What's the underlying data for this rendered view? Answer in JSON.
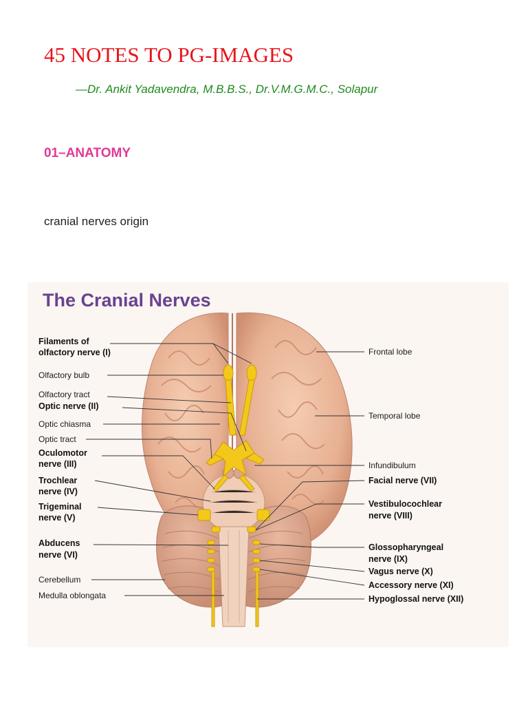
{
  "document": {
    "title": "45 NOTES TO PG-IMAGES",
    "author": "—Dr. Ankit Yadavendra, M.B.B.S., Dr.V.M.G.M.C., Solapur",
    "section": "01–ANATOMY",
    "caption": "cranial nerves origin"
  },
  "figure": {
    "title": "The Cranial Nerves",
    "left_labels": {
      "filaments_1": "Filaments of",
      "filaments_2": "olfactory nerve (I)",
      "olfactory_bulb": "Olfactory bulb",
      "olfactory_tract": "Olfactory tract",
      "optic_nerve": "Optic nerve (II)",
      "optic_chiasma": "Optic chiasma",
      "optic_tract": "Optic tract",
      "oculomotor_1": "Oculomotor",
      "oculomotor_2": "nerve (III)",
      "trochlear_1": "Trochlear",
      "trochlear_2": "nerve (IV)",
      "trigeminal_1": "Trigeminal",
      "trigeminal_2": "nerve (V)",
      "abducens_1": "Abducens",
      "abducens_2": "nerve (VI)",
      "cerebellum": "Cerebellum",
      "medulla": "Medulla oblongata"
    },
    "right_labels": {
      "frontal_lobe": "Frontal lobe",
      "temporal_lobe": "Temporal lobe",
      "infundibulum": "Infundibulum",
      "facial": "Facial nerve (VII)",
      "vestibulocochlear_1": "Vestibulocochlear",
      "vestibulocochlear_2": "nerve (VIII)",
      "glossopharyngeal_1": "Glossopharyngeal",
      "glossopharyngeal_2": "nerve (IX)",
      "vagus": "Vagus nerve (X)",
      "accessory": "Accessory nerve (XI)",
      "hypoglossal": "Hypoglossal nerve (XII)"
    }
  },
  "colors": {
    "title_red": "#e8141b",
    "author_green": "#1f8a1f",
    "section_pink": "#e0399a",
    "figure_title_purple": "#6a4290",
    "brain_pink": "#e9b79a",
    "nerve_yellow": "#f3c81a"
  }
}
